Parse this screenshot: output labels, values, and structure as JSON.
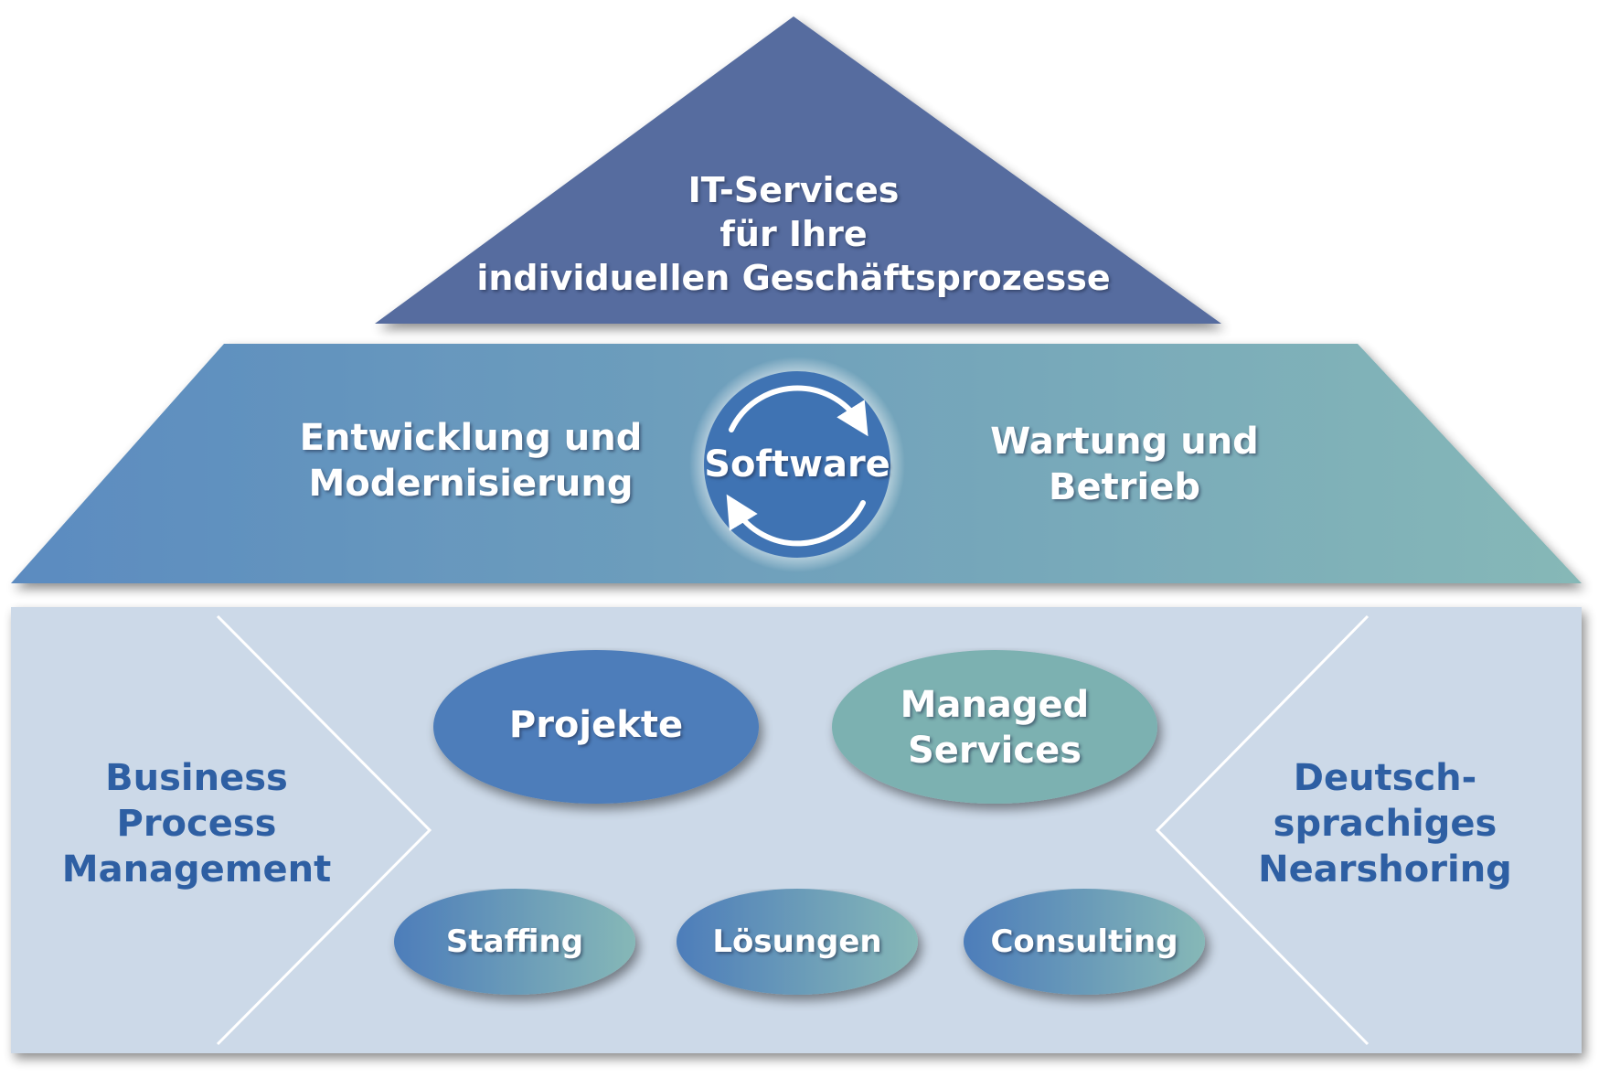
{
  "roof": {
    "line1": "IT-Services",
    "line2": "für Ihre",
    "line3": "individuellen Geschäftsprozesse"
  },
  "middle": {
    "left_line1": "Entwicklung und",
    "left_line2": "Modernisierung",
    "center": "Software",
    "right_line1": "Wartung und",
    "right_line2": "Betrieb"
  },
  "base": {
    "left_line1": "Business",
    "left_line2": "Process",
    "left_line3": "Management",
    "right_line1": "Deutsch-",
    "right_line2": "sprachiges",
    "right_line3": "Nearshoring",
    "oval_projekte": "Projekte",
    "oval_managed_line1": "Managed",
    "oval_managed_line2": "Services",
    "oval_staffing": "Staffing",
    "oval_loesungen": "Lösungen",
    "oval_consulting": "Consulting"
  },
  "colors": {
    "roof": "#566c9f",
    "middle_left": "#5b8bc0",
    "middle_right": "#86b8b7",
    "base": "#ccd9e8",
    "text_dark": "#2e5fa3",
    "oval_blue": "#4d7dba",
    "oval_teal": "#7cb1b1"
  },
  "icons": {
    "cycle": "circular-arrows-icon"
  }
}
